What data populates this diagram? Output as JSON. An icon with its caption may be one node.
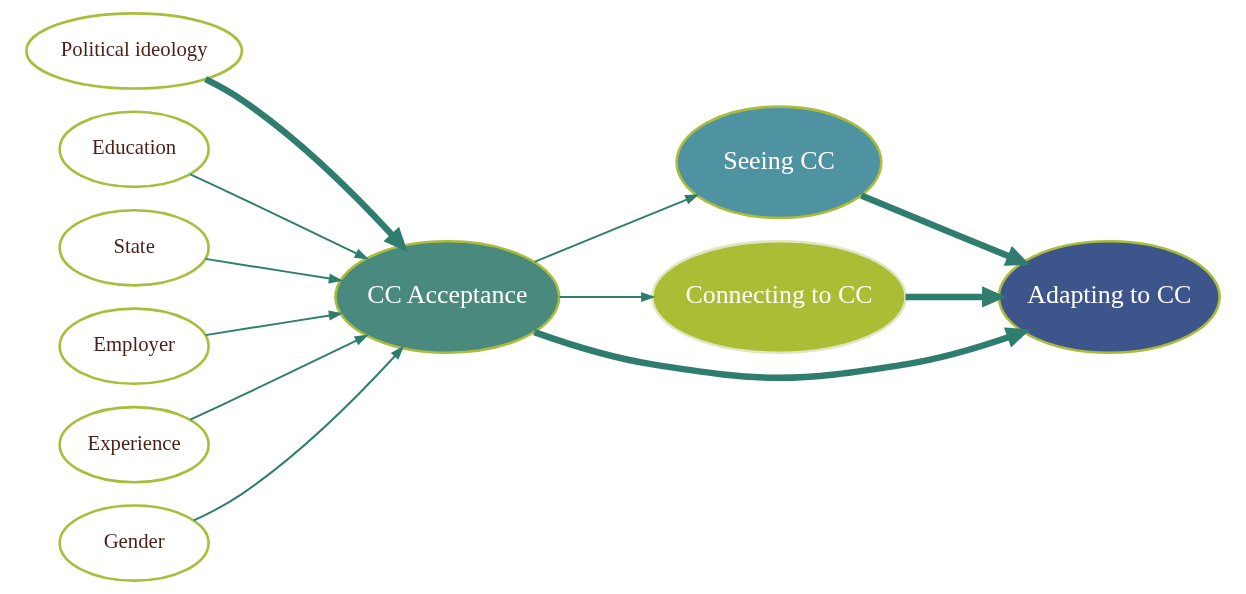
{
  "diagram": {
    "nodes": [
      {
        "text": [
          "Political ideology"
        ]
      },
      {
        "text": [
          "Education"
        ]
      },
      {
        "text": [
          "State"
        ]
      },
      {
        "text": [
          "Employer"
        ]
      },
      {
        "text": [
          "Experience"
        ]
      },
      {
        "text": [
          "Gender"
        ]
      },
      {
        "text": [
          "CC Acceptance"
        ]
      },
      {
        "text": [
          "Seeing CC"
        ]
      },
      {
        "text": [
          "Connecting to CC"
        ]
      },
      {
        "text": [
          "Adapting to CC"
        ]
      }
    ],
    "edges": [
      {
        "from": 0,
        "to": 6,
        "arrow": "to",
        "style": "thick"
      },
      {
        "from": 1,
        "to": 6,
        "arrow": "to"
      },
      {
        "from": 2,
        "to": 6,
        "arrow": "to"
      },
      {
        "from": 3,
        "to": 6,
        "arrow": "to"
      },
      {
        "from": 4,
        "to": 6,
        "arrow": "to"
      },
      {
        "from": 5,
        "to": 6,
        "arrow": "to"
      },
      {
        "from": 6,
        "to": 7,
        "arrow": "to"
      },
      {
        "from": 6,
        "to": 9,
        "arrow": "to",
        "style": "thick"
      },
      {
        "from": 6,
        "to": 8,
        "arrow": "to"
      },
      {
        "from": 7,
        "to": 9,
        "arrow": "to",
        "style": "thick"
      },
      {
        "from": 8,
        "to": 9,
        "arrow": "to",
        "style": "thick"
      }
    ]
  }
}
